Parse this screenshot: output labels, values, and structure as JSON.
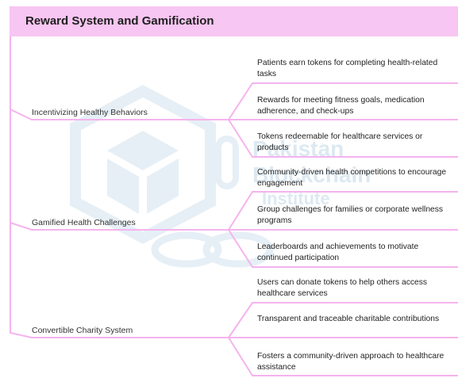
{
  "title": "Reward System and Gamification",
  "colors": {
    "header_bg": "#f7c6f2",
    "connector": "#f5b3ee",
    "watermark": "#9ec3dc"
  },
  "watermark": {
    "line1": "Pakistan",
    "line2": "Blockchain",
    "line3": "Institute"
  },
  "categories": [
    {
      "label": "Incentivizing Healthy Behaviors",
      "items": [
        "Patients earn tokens for completing health-related tasks",
        "Rewards for meeting fitness goals, medication adherence, and check-ups",
        "Tokens redeemable for healthcare services or products"
      ]
    },
    {
      "label": "Gamified Health Challenges",
      "items": [
        "Community-driven health competitions to encourage engagement",
        "Group challenges for families or corporate wellness programs",
        "Leaderboards and achievements to motivate continued participation"
      ]
    },
    {
      "label": "Convertible Charity System",
      "items": [
        "Users can donate tokens to help others access healthcare services",
        "Transparent and traceable charitable contributions",
        "Fosters a community-driven approach to healthcare assistance"
      ]
    }
  ]
}
